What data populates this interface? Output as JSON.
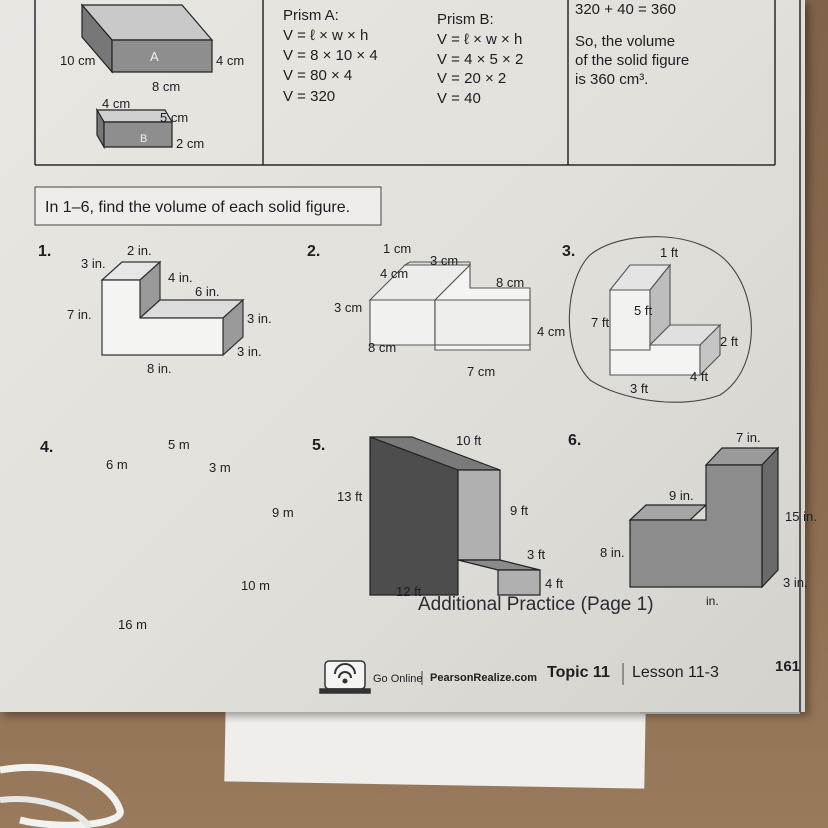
{
  "example": {
    "prism_dims": {
      "d1": "10 cm",
      "d2": "4 cm",
      "d3": "8 cm",
      "d4": "4 cm",
      "d5": "5 cm",
      "d6": "2 cm"
    },
    "prism_labels": {
      "a": "A",
      "b": "B"
    },
    "prism_a": {
      "title": "Prism A:",
      "lines": [
        "V = ℓ × w × h",
        "V = 8 × 10 × 4",
        "V = 80 × 4",
        "V = 320"
      ]
    },
    "prism_b": {
      "title": "Prism B:",
      "lines": [
        "V = ℓ × w × h",
        "V = 4 × 5 × 2",
        "V = 20 × 2",
        "V = 40"
      ]
    },
    "summary": {
      "sum": "320 + 40 = 360",
      "lines": [
        "So, the volume",
        "of the solid figure",
        "is 360 cm³."
      ]
    }
  },
  "instructions": "In 1–6, find the volume of each solid figure.",
  "problems": [
    {
      "num": "1.",
      "labels": [
        "2 in.",
        "3 in.",
        "4 in.",
        "6 in.",
        "7 in.",
        "3 in.",
        "3 in.",
        "8 in."
      ]
    },
    {
      "num": "2.",
      "labels": [
        "1 cm",
        "3 cm",
        "4 cm",
        "8 cm",
        "3 cm",
        "4 cm",
        "8 cm",
        "7 cm"
      ]
    },
    {
      "num": "3.",
      "labels": [
        "1 ft",
        "5 ft",
        "7 ft",
        "2 ft",
        "4 ft",
        "3 ft"
      ]
    },
    {
      "num": "4.",
      "labels": [
        "5 m",
        "6 m",
        "3 m",
        "9 m",
        "10 m",
        "16 m"
      ]
    },
    {
      "num": "5.",
      "labels": [
        "10 ft",
        "13 ft",
        "9 ft",
        "3 ft",
        "4 ft",
        "12 ft"
      ]
    },
    {
      "num": "6.",
      "labels": [
        "7 in.",
        "9 in.",
        "15 in.",
        "8 in.",
        "3 in.",
        "in."
      ]
    }
  ],
  "footer_overlay": "Additional Practice (Page 1)",
  "footer": {
    "go_online": "Go Online",
    "pearson": "PearsonRealize.com",
    "topic": "Topic 11",
    "lesson": "Lesson 11-3",
    "page": "161"
  }
}
